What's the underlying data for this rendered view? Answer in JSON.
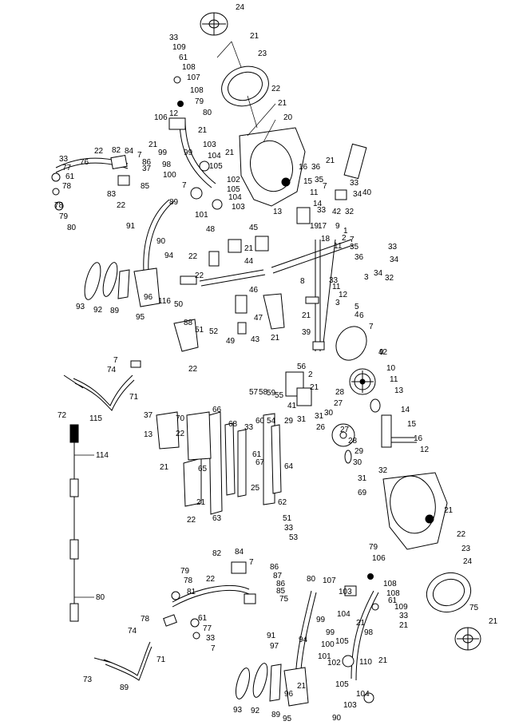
{
  "labels": [
    "24",
    "21",
    "23",
    "33",
    "109",
    "61",
    "108",
    "107",
    "108",
    "79",
    "12",
    "80",
    "22",
    "21",
    "20",
    "106",
    "21",
    "21",
    "103",
    "99",
    "99",
    "104",
    "105",
    "21",
    "98",
    "102",
    "100",
    "105",
    "101",
    "104",
    "103",
    "7",
    "7",
    "89",
    "33",
    "77",
    "61",
    "78",
    "22",
    "82",
    "84",
    "37",
    "86",
    "85",
    "76",
    "83",
    "22",
    "78",
    "79",
    "80",
    "16",
    "15",
    "11",
    "14",
    "33",
    "42",
    "32",
    "36",
    "35",
    "7",
    "33",
    "34",
    "40",
    "21",
    "13",
    "19",
    "17",
    "18",
    "9",
    "1",
    "7",
    "35",
    "36",
    "33",
    "34",
    "34",
    "3",
    "32",
    "33",
    "2",
    "11",
    "11",
    "12",
    "5",
    "4",
    "3",
    "21",
    "39",
    "6",
    "7",
    "42",
    "45",
    "21",
    "48",
    "22",
    "44",
    "46",
    "47",
    "43",
    "21",
    "49",
    "52",
    "51",
    "22",
    "22",
    "50",
    "88",
    "91",
    "90",
    "94",
    "93",
    "92",
    "89",
    "95",
    "96",
    "116",
    "8",
    "9",
    "10",
    "11",
    "13",
    "14",
    "15",
    "16",
    "12",
    "32",
    "2",
    "21",
    "56",
    "57",
    "58",
    "59",
    "55",
    "41",
    "31",
    "60",
    "54",
    "29",
    "28",
    "27",
    "30",
    "31",
    "26",
    "27",
    "28",
    "29",
    "30",
    "31",
    "69",
    "37",
    "70",
    "13",
    "22",
    "21",
    "66",
    "68",
    "65",
    "33",
    "61",
    "67",
    "22",
    "21",
    "63",
    "62",
    "51",
    "33",
    "53",
    "64",
    "25",
    "21",
    "22",
    "23",
    "24",
    "21",
    "75",
    "7",
    "74",
    "71",
    "72",
    "115",
    "114",
    "80",
    "79",
    "78",
    "81",
    "22",
    "82",
    "84",
    "7",
    "86",
    "87",
    "86",
    "85",
    "75",
    "78",
    "61",
    "77",
    "33",
    "7",
    "74",
    "71",
    "73",
    "89",
    "80",
    "79",
    "106",
    "107",
    "108",
    "108",
    "61",
    "109",
    "33",
    "21",
    "103",
    "99",
    "104",
    "99",
    "21",
    "98",
    "105",
    "100",
    "101",
    "102",
    "21",
    "110",
    "105",
    "104",
    "103",
    "90",
    "91",
    "97",
    "94",
    "93",
    "92",
    "89",
    "95",
    "96",
    "21"
  ]
}
